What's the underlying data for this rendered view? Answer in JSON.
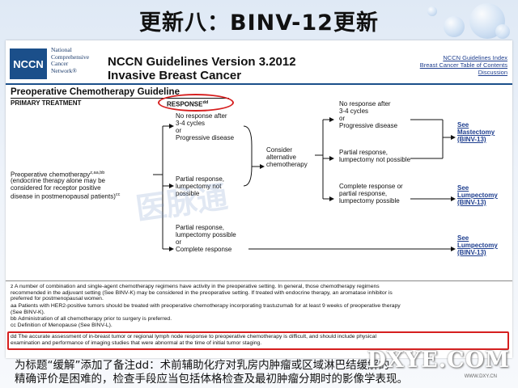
{
  "slide": {
    "title": "更新八：BINV-12更新"
  },
  "logo": {
    "abbr": "NCCN",
    "text": "National\nComprehensive\nCancer\nNetwork®"
  },
  "header": {
    "line1": "NCCN Guidelines Version 3.2012",
    "line2": "Invasive Breast Cancer",
    "links": [
      "NCCN Guidelines Index",
      "Breast Cancer Table of Contents",
      "Discussion"
    ]
  },
  "guideline": {
    "title": "Preoperative Chemotherapy Guideline",
    "col_primary": "PRIMARY TREATMENT",
    "col_response": "RESPONSE",
    "col_response_sup": "dd",
    "primary_lines": [
      "Preoperative chemotherapy",
      "(endocrine therapy alone may be",
      "considered for receptor positive",
      "disease in postmenopausal patients)"
    ],
    "primary_sup": "z,aa,bb",
    "primary_sup2": "cc",
    "resp1": [
      "No response after",
      "3-4 cycles",
      "or",
      "Progressive disease"
    ],
    "resp2": [
      "Partial response,",
      "lumpectomy not",
      "possible"
    ],
    "resp3": [
      "Partial response,",
      "lumpectomy possible",
      "or",
      "Complete response"
    ],
    "consider": [
      "Consider",
      "alternative",
      "chemotherapy"
    ],
    "out1": [
      "No response after",
      "3-4 cycles",
      "or",
      "Progressive disease"
    ],
    "out2": [
      "Partial response,",
      "lumpectomy not possible"
    ],
    "out3": [
      "Complete response or",
      "partial response,",
      "lumpectomy possible"
    ],
    "see1": [
      "See",
      "Mastectomy",
      "(BINV-13)"
    ],
    "see2": [
      "See",
      "Lumpectomy",
      "(BINV-13)"
    ],
    "see3": [
      "See",
      "Lumpectomy",
      "(BINV-13)"
    ]
  },
  "footnotes": [
    "z A number of combination and single-agent chemotherapy regimens have activity in the preoperative setting. In general, those chemotherapy regimens\n   recommended in the adjuvant setting (See BINV-K) may be considered in the preoperative setting. If treated with endocrine therapy, an aromatase inhibitor is\n   preferred for postmenopausal women.",
    "aa Patients with HER2-positive tumors should be treated with preoperative chemotherapy incorporating trastuzumab for at least 9 weeks of preoperative therapy\n   (See BINV-K).",
    "bb Administration of all chemotherapy prior to surgery is preferred.",
    "cc Definition of Menopause (See BINV-L).",
    "dd The accurate assessment of in-breast tumor or regional lymph node response to preoperative chemotherapy is difficult, and should include physical\n   examination and performance of imaging studies that were abnormal at the time of initial tumor staging."
  ],
  "watermark": "医脉通",
  "caption": {
    "line1": "为标题“缓解”添加了备注dd：术前辅助化疗对乳房内肿瘤或区域淋巴结缓解的",
    "line2": "精确评价是困难的，检查手段应当包括体格检查及最初肿瘤分期时的影像学表现。"
  },
  "brand": {
    "name": "DXYE.COM",
    "sub": "WWW.DXY.CN"
  },
  "colors": {
    "highlight": "#d61f1f",
    "link": "#1f3f8f",
    "nccn_blue": "#1b4f8a"
  }
}
